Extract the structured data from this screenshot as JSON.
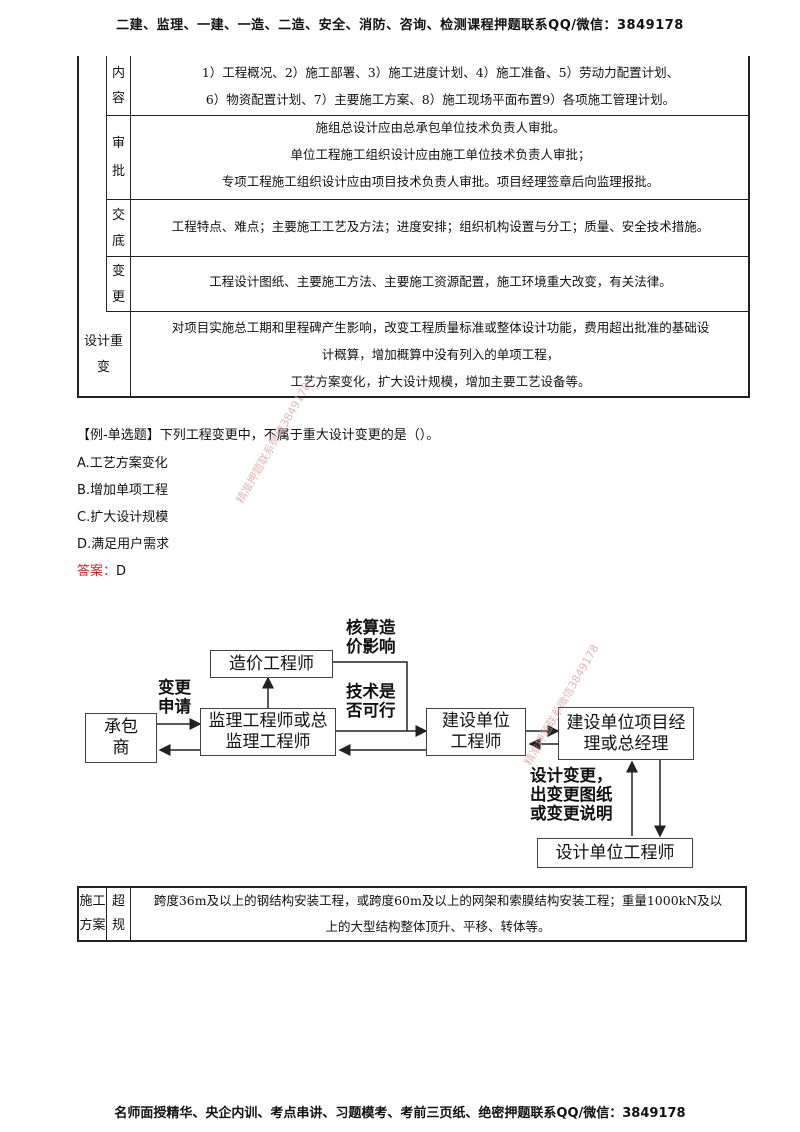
{
  "header": "二建、监理、一建、一造、二造、安全、消防、咨询、检测课程押题联系QQ/微信：3849178",
  "footer": "名师面授精华、央企内训、考点串讲、习题模考、考前三页纸、绝密押题联系QQ/微信：3849178",
  "table1": {
    "rows": [
      {
        "label": "内容",
        "lines": [
          "1）工程概况、2）施工部署、3）施工进度计划、4）施工准备、5）劳动力配置计划、",
          "6）物资配置计划、7）主要施工方案、8）施工现场平面布置9）各项施工管理计划。"
        ]
      },
      {
        "label": "审批",
        "lines": [
          "施组总设计应由总承包单位技术负责人审批。",
          "单位工程施工组织设计应由施工单位技术负责人审批；",
          "专项工程施工组织设计应由项目技术负责人审批。项目经理签章后向监理报批。"
        ]
      },
      {
        "label": "交底",
        "lines": [
          "工程特点、难点；主要施工工艺及方法；进度安排；组织机构设置与分工；质量、安全技术措施。"
        ]
      },
      {
        "label": "变更",
        "lines": [
          "工程设计图纸、主要施工方法、主要施工资源配置，施工环境重大改变，有关法律。"
        ]
      }
    ],
    "design_change": {
      "label": "设计重变",
      "lines": [
        "对项目实施总工期和里程碑产生影响，改变工程质量标准或整体设计功能，费用超出批准的基础设",
        "计概算，增加概算中没有列入的单项工程，",
        "工艺方案变化，扩大设计规模，增加主要工艺设备等。"
      ]
    }
  },
  "question": {
    "tag": "【例-单选题】",
    "stem": "下列工程变更中，不属于重大设计变更的是（）。",
    "options": [
      "A.工艺方案变化",
      "B.增加单项工程",
      "C.扩大设计规模",
      "D.满足用户需求"
    ],
    "answer_label": "答案：",
    "answer_value": "D"
  },
  "flow": {
    "contractor": "承包商",
    "supervisor": "监理工程师或总监理工程师",
    "cost_engineer": "造价工程师",
    "owner_engineer": "建设单位工程师",
    "owner_pm": "建设单位项目经理或总经理",
    "design_engineer": "设计单位工程师",
    "label_request": "变更申请",
    "label_cost": "核算造价影响",
    "label_tech": "技术是否可行",
    "label_design": "设计变更，出变更图纸或变更说明"
  },
  "table2": {
    "col1": "施工方案",
    "col2": "超规",
    "lines": [
      "跨度36m及以上的钢结构安装工程，或跨度60m及以上的网架和索膜结构安装工程；重量1000kN及以",
      "上的大型结构整体顶升、平移、转体等。"
    ]
  },
  "watermarks": [
    "精准押题联系微信3849178",
    "精准押题联系微信3849178"
  ],
  "colors": {
    "answer": "#e02020",
    "border": "#222222",
    "watermark": "#d9a0a0"
  }
}
